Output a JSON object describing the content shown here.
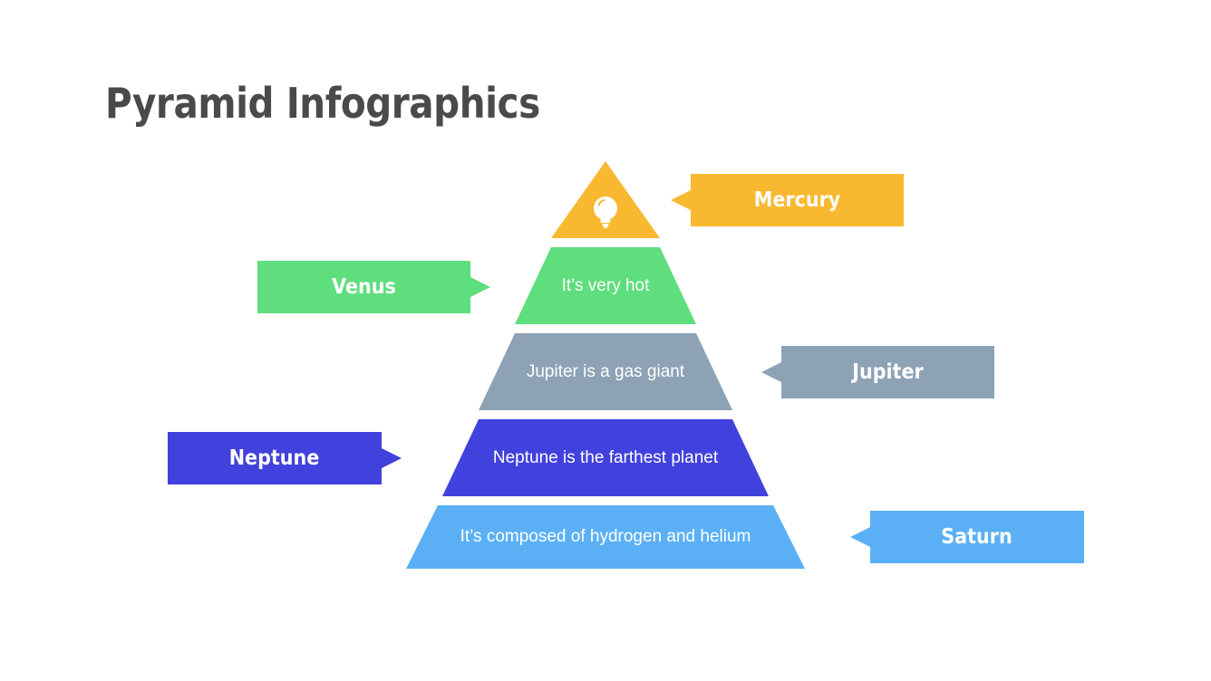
{
  "slide": {
    "title": "Pyramid Infographics",
    "background_color": "#ffffff",
    "title_color": "#4a4a4a"
  },
  "palette": {
    "mercury": "#F8B830",
    "venus": "#5FDE7D",
    "jupiter": "#8DA2B5",
    "neptune": "#4141DD",
    "saturn": "#5BB0F5"
  },
  "pyramid": {
    "tiers": [
      {
        "id": "apex",
        "planet": "Mercury",
        "description": "",
        "color": "#F8B830",
        "icon": "lightbulb-icon",
        "callout_side": "right",
        "arrow_direction": "left"
      },
      {
        "id": "venus",
        "planet": "Venus",
        "description": "It’s very hot",
        "color": "#5FDE7D",
        "icon": "",
        "callout_side": "left",
        "arrow_direction": "right"
      },
      {
        "id": "jupiter",
        "planet": "Jupiter",
        "description": "Jupiter is a gas giant",
        "color": "#8DA2B5",
        "icon": "",
        "callout_side": "right",
        "arrow_direction": "left"
      },
      {
        "id": "neptune",
        "planet": "Neptune",
        "description": "Neptune is the farthest planet",
        "color": "#4141DD",
        "icon": "",
        "callout_side": "left",
        "arrow_direction": "right"
      },
      {
        "id": "saturn",
        "planet": "Saturn",
        "description": "It’s composed of hydrogen and helium",
        "color": "#5BB0F5",
        "icon": "",
        "callout_side": "right",
        "arrow_direction": "left"
      }
    ]
  }
}
